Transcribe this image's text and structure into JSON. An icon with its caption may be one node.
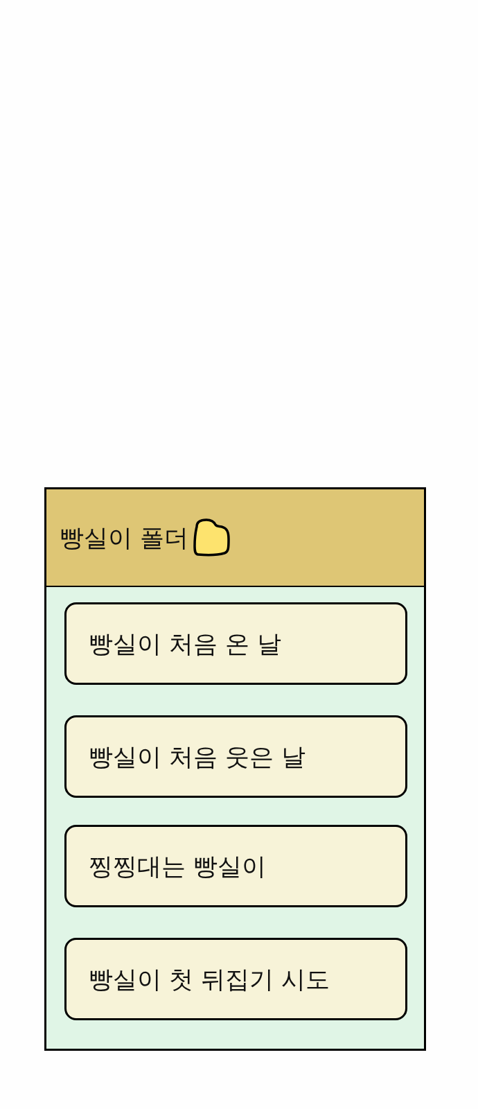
{
  "diagram": {
    "nodes": [
      {
        "text": [
          "빵실이 폴더"
        ]
      },
      {
        "text": [
          "빵실이 처음 온 날"
        ],
        "in": 0
      },
      {
        "text": [
          "빵실이 처음 웃은 날"
        ],
        "in": 0
      },
      {
        "text": [
          "찡찡대는 빵실이"
        ],
        "in": 0
      },
      {
        "text": [
          "빵실이 첫 뒤집기 시도"
        ],
        "in": 0
      }
    ]
  }
}
